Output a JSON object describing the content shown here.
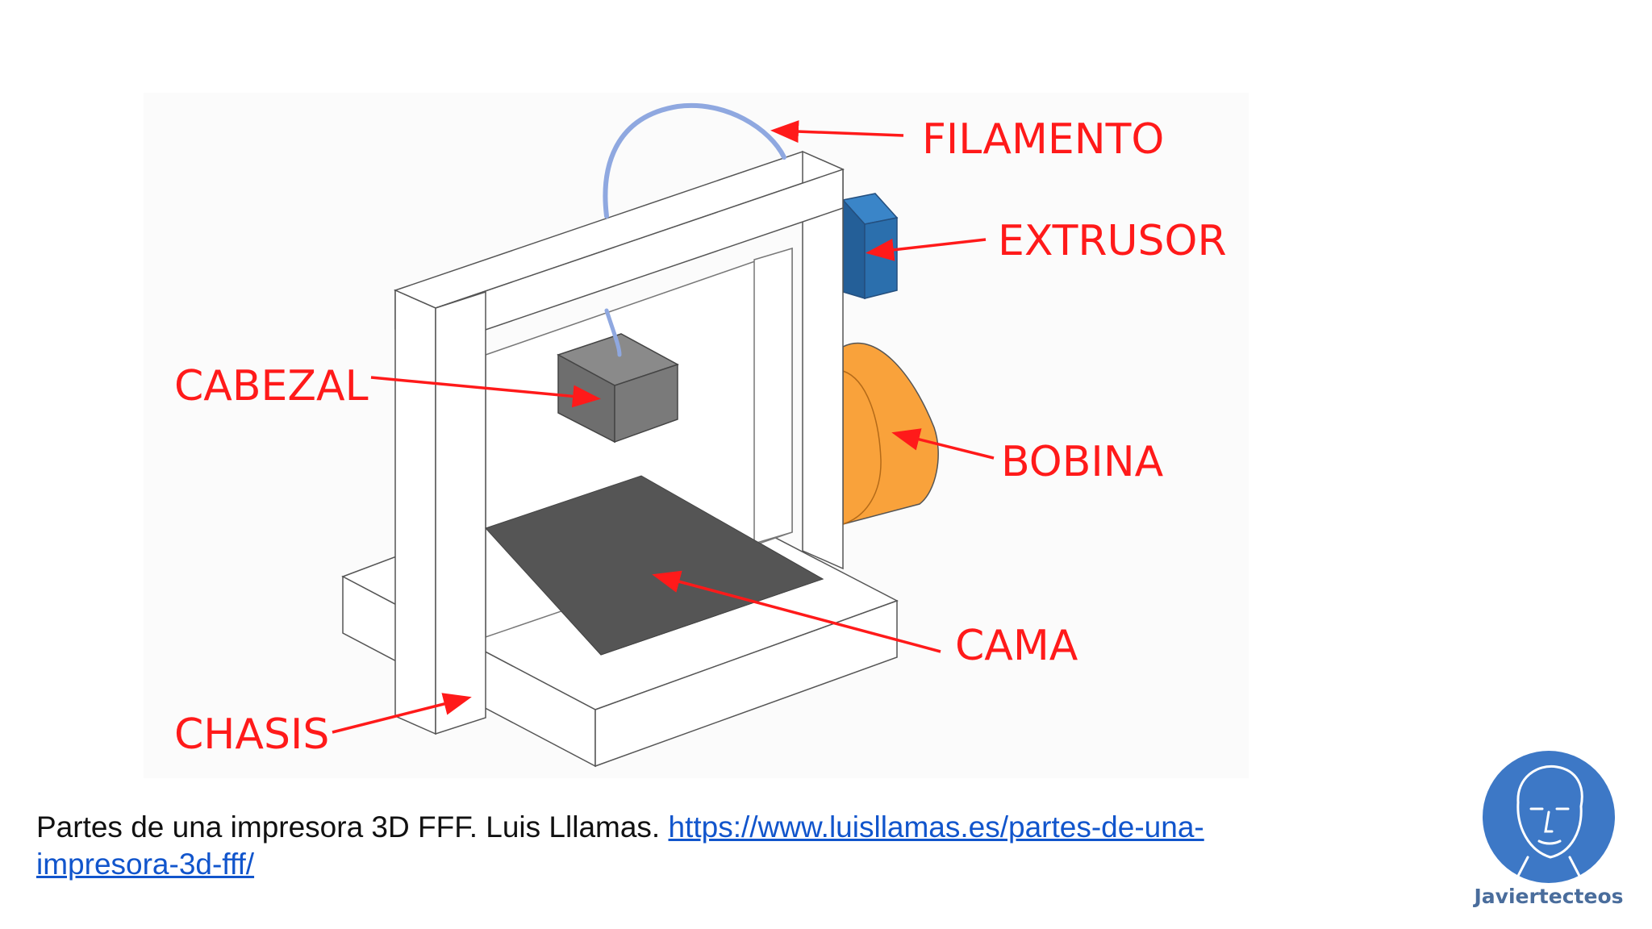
{
  "diagram": {
    "labels": {
      "filamento": "FILAMENTO",
      "extrusor": "EXTRUSOR",
      "cabezal": "CABEZAL",
      "bobina": "BOBINA",
      "cama": "CAMA",
      "chasis": "CHASIS"
    },
    "colors": {
      "label": "#ff1a1a",
      "arrow": "#ff1a1a",
      "extrusor": "#2b6fad",
      "bobina": "#f9a23b",
      "cabezal": "#7a7a7a",
      "cama": "#555555",
      "filamento": "#8fa8e0",
      "outline": "#555555"
    }
  },
  "caption": {
    "text": "Partes de una impresora 3D FFF. Luis Lllamas. ",
    "link_text": "https://www.luisllamas.es/partes-de-una-impresora-3d-fff/"
  },
  "logo": {
    "name": "Javiertecteos",
    "color": "#3d78c6"
  }
}
